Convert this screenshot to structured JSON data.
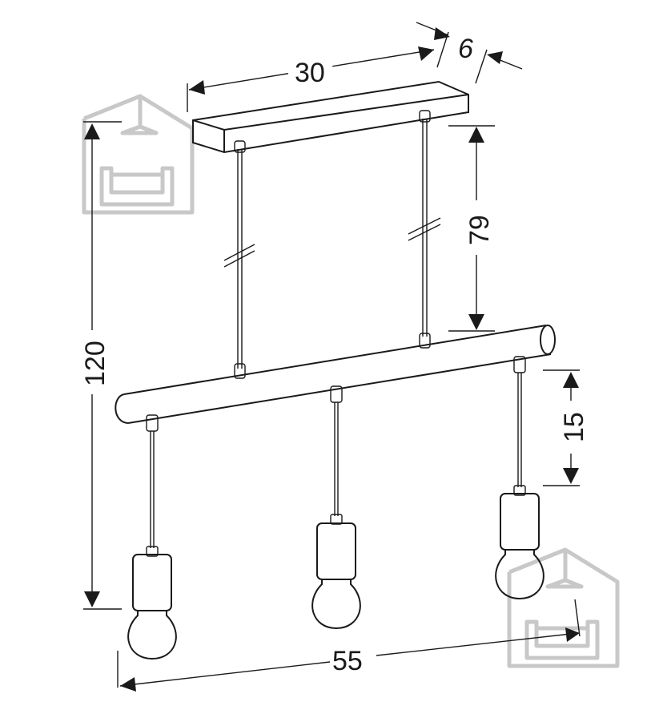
{
  "diagram": {
    "dimensions": {
      "width": "30",
      "depth": "6",
      "cord": "79",
      "drop": "15",
      "height": "120",
      "length": "55"
    },
    "colors": {
      "ink": "#1a1a1a",
      "watermark": "#c8c8c8"
    },
    "icons": [
      "house-sofa-watermark-icon"
    ]
  }
}
